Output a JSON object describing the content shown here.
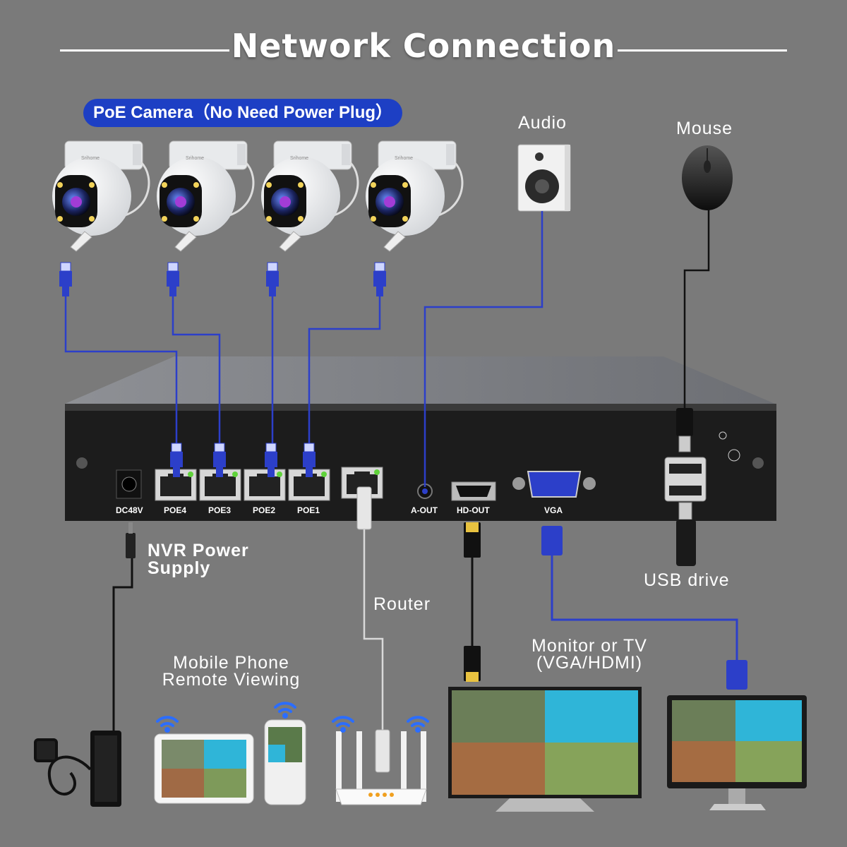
{
  "title": "Network Connection",
  "poe_badge": "PoE Camera（No Need Power Plug）",
  "labels": {
    "audio": "Audio",
    "mouse": "Mouse",
    "nvr_power": "NVR Power\nSupply",
    "router": "Router",
    "usb_drive": "USB drive",
    "mobile": "Mobile Phone\nRemote Viewing",
    "monitor": "Monitor or TV\n(VGA/HDMI)"
  },
  "ports": [
    "DC48V",
    "POE4",
    "POE3",
    "POE2",
    "POE1",
    "A-OUT",
    "HD-OUT",
    "VGA"
  ],
  "camera_brand": "Srihome",
  "colors": {
    "background": "#7a7a7a",
    "accent_blue": "#1d3fc4",
    "cable_blue": "#2c3fc9",
    "nvr_body": "#1c1c1c"
  }
}
